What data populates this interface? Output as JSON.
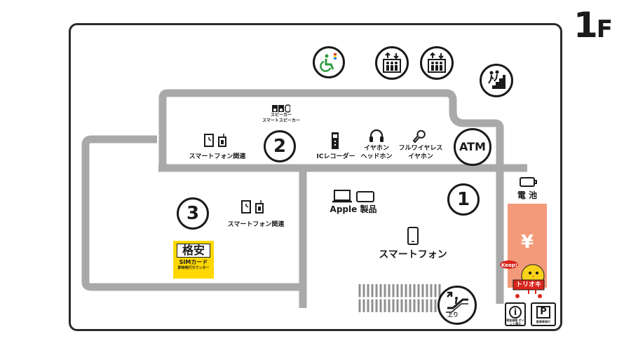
{
  "floor": {
    "number": "1",
    "suffix": "F"
  },
  "zones": [
    {
      "num": "1"
    },
    {
      "num": "2"
    },
    {
      "num": "3"
    }
  ],
  "labels": {
    "smartphone_related_2": "スマートフォン関連",
    "smartphone_related_3": "スマートフォン関連",
    "speaker": "スピーカー",
    "smart_speaker": "スマートスピーカー",
    "ic_recorder": "ICレコーダー",
    "earphone_line1": "イヤホン",
    "earphone_line2": "ヘッドホン",
    "wireless_line1": "フルワイヤレス",
    "wireless_line2": "イヤホン",
    "atm": "ATM",
    "battery": "電 池",
    "apple": "Apple 製品",
    "smartphone": "スマートフォン",
    "escalator_up": "上り",
    "yen": "¥",
    "sim_top": "格安",
    "sim_mid": "SIMカード",
    "sim_bot": "即時発行カウンター",
    "keep": "Keep!",
    "toriomaki": "トリオキ",
    "info_small": "税抜価格 ポイント還元",
    "parking": "P",
    "parking_small": "駐車券発行"
  },
  "icons": [
    "wheelchair-icon",
    "elevator-icon",
    "elevator-icon",
    "stairs-icon",
    "escalator-icon",
    "information-icon",
    "parking-icon"
  ],
  "colors": {
    "corridor": "#a9a9a9",
    "frame": "#2b2b2b",
    "sim_yellow": "#ffd800",
    "payment_pink": "#f29a79",
    "mascot_yellow": "#f7d21a",
    "mascot_red": "#d9261c"
  }
}
